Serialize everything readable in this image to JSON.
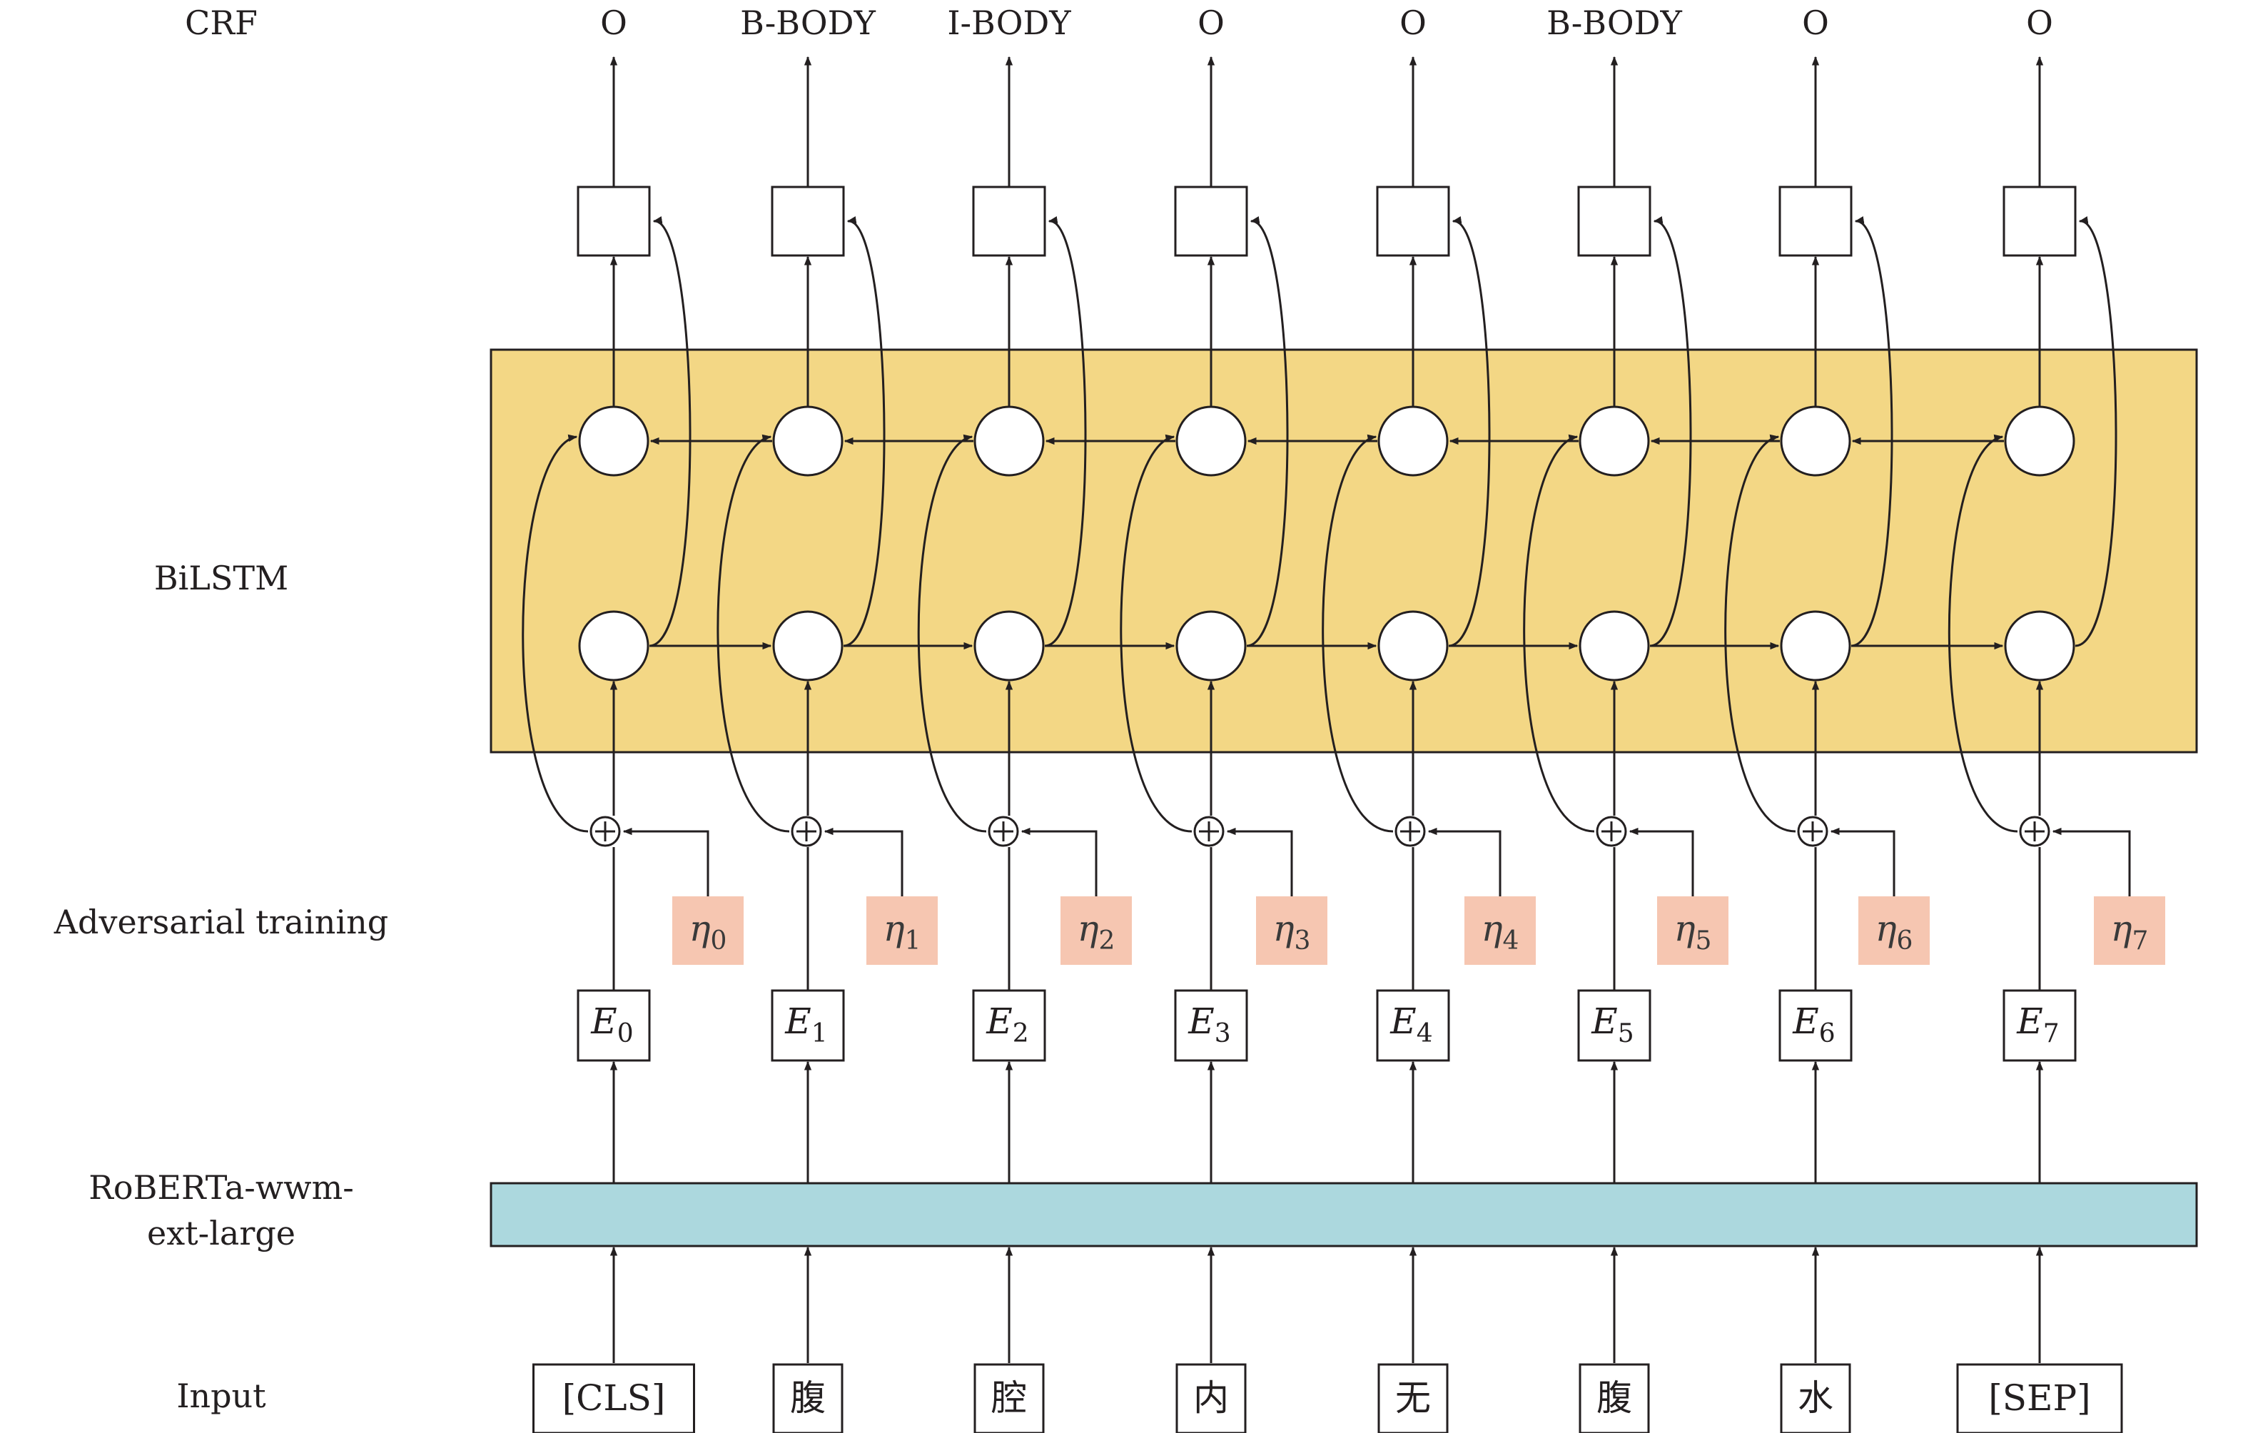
{
  "row_labels": {
    "crf": "CRF",
    "bilstm": "BiLSTM",
    "adversarial": "Adversarial training",
    "encoder_line1": "RoBERTa-wwm-",
    "encoder_line2": "ext-large",
    "input": "Input"
  },
  "output_tags": [
    "O",
    "B-BODY",
    "I-BODY",
    "O",
    "O",
    "B-BODY",
    "O",
    "O"
  ],
  "embeddings": [
    {
      "symbol": "E",
      "index": "0"
    },
    {
      "symbol": "E",
      "index": "1"
    },
    {
      "symbol": "E",
      "index": "2"
    },
    {
      "symbol": "E",
      "index": "3"
    },
    {
      "symbol": "E",
      "index": "4"
    },
    {
      "symbol": "E",
      "index": "5"
    },
    {
      "symbol": "E",
      "index": "6"
    },
    {
      "symbol": "E",
      "index": "7"
    }
  ],
  "perturbations": [
    {
      "symbol": "η",
      "index": "0"
    },
    {
      "symbol": "η",
      "index": "1"
    },
    {
      "symbol": "η",
      "index": "2"
    },
    {
      "symbol": "η",
      "index": "3"
    },
    {
      "symbol": "η",
      "index": "4"
    },
    {
      "symbol": "η",
      "index": "5"
    },
    {
      "symbol": "η",
      "index": "6"
    },
    {
      "symbol": "η",
      "index": "7"
    }
  ],
  "inputs": [
    "[CLS]",
    "腹",
    "腔",
    "内",
    "无",
    "腹",
    "水",
    "[SEP]"
  ],
  "colors": {
    "bilstm_fill": "#f3d785",
    "encoder_fill": "#acd8de",
    "perturbation_fill": "#f6c6b1",
    "line": "#231f20"
  }
}
